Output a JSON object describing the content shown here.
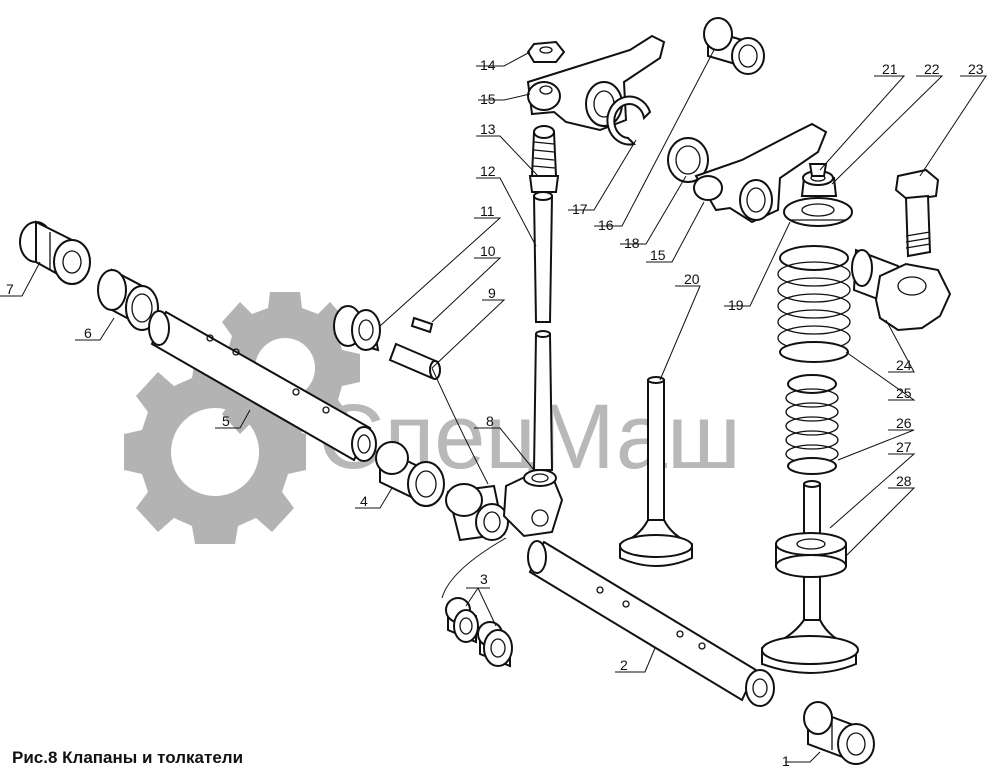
{
  "caption": "Рис.8 Клапаны и толкатели",
  "watermark": "СпецМаш",
  "callouts": [
    "1",
    "2",
    "3",
    "4",
    "5",
    "6",
    "7",
    "8",
    "9",
    "10",
    "11",
    "12",
    "13",
    "14",
    "15",
    "15",
    "16",
    "17",
    "18",
    "19",
    "20",
    "21",
    "22",
    "23",
    "24",
    "25",
    "26",
    "27",
    "28"
  ],
  "colors": {
    "line": "#111111",
    "watermark": "#b3b3b3",
    "background": "#ffffff"
  }
}
